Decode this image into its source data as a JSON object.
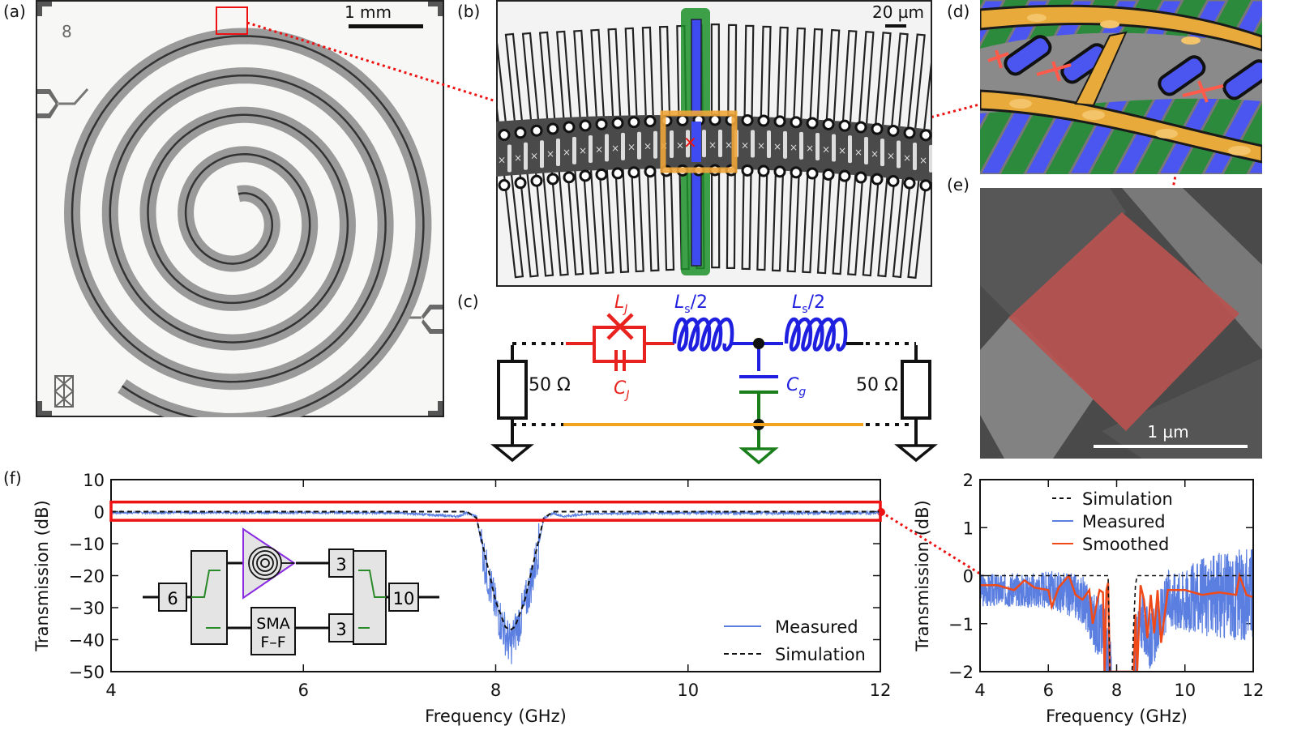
{
  "figure": {
    "panel_labels": [
      "(a)",
      "(b)",
      "(c)",
      "(d)",
      "(e)",
      "(f)"
    ]
  },
  "panel_a": {
    "scale_bar_label": "1 mm",
    "chip_label": "8",
    "description": "Optical micrograph of spiral Josephson traveling-wave device"
  },
  "panel_b": {
    "scale_bar_label": "20 µm",
    "description": "Zoom of transmission line unit cells with highlighted cell"
  },
  "panel_c": {
    "description": "Unit cell circuit",
    "labels": {
      "lj": "L",
      "lj_sub": "J",
      "cj": "C",
      "cj_sub": "J",
      "ls_left": "L",
      "ls_left_sub": "s",
      "ls_left_suffix": "/2",
      "ls_right": "L",
      "ls_right_sub": "s",
      "ls_right_suffix": "/2",
      "cg": "C",
      "cg_sub": "g",
      "r_left": "50 Ω",
      "r_right": "50 Ω"
    },
    "colors": {
      "junction": "#e8231f",
      "line": "#1f1fe0",
      "ground_cap": "#1a7f1a",
      "ground_line": "#f2a51c",
      "wire": "#111111"
    }
  },
  "panel_d": {
    "description": "3D rendering of unit cells with SQUID junctions"
  },
  "panel_e": {
    "scale_bar_label": "1 µm",
    "description": "SEM image of Josephson junction overlap (false-colored)"
  },
  "inset_schematic": {
    "attenuator_in": "6",
    "attenuator_top": "3",
    "attenuator_bottom": "3",
    "attenuator_out": "10",
    "thru_label_1": "SMA",
    "thru_label_2": "F–F"
  },
  "chart_data": [
    {
      "type": "line",
      "title": "",
      "xlabel": "Frequency (GHz)",
      "ylabel": "Transmission (dB)",
      "xlim": [
        4,
        12
      ],
      "ylim": [
        -50,
        10
      ],
      "xticks": [
        4,
        6,
        8,
        10,
        12
      ],
      "yticks": [
        10,
        0,
        -10,
        -20,
        -30,
        -40,
        -50
      ],
      "legend_position": "bottom-right",
      "highlight_box_ylim": [
        -2,
        2
      ],
      "series": [
        {
          "name": "Measured",
          "color": "#5b7fe0",
          "style": "solid",
          "x": [
            4.0,
            5.0,
            6.0,
            7.0,
            7.6,
            7.7,
            7.8,
            7.9,
            8.0,
            8.1,
            8.15,
            8.2,
            8.3,
            8.4,
            8.5,
            8.6,
            8.7,
            9.0,
            10.0,
            11.0,
            12.0
          ],
          "y": [
            -0.3,
            -0.3,
            -0.3,
            -0.4,
            -1.5,
            -0.4,
            -1.5,
            -18,
            -30,
            -38,
            -42,
            -38,
            -30,
            -18,
            -2,
            -0.5,
            -1.5,
            -0.6,
            -0.4,
            -0.4,
            -0.4
          ]
        },
        {
          "name": "Simulation",
          "color": "#111111",
          "style": "dashed",
          "x": [
            4.0,
            7.7,
            7.8,
            7.9,
            8.0,
            8.1,
            8.15,
            8.2,
            8.3,
            8.4,
            8.5,
            8.6,
            12.0
          ],
          "y": [
            0,
            0,
            -2,
            -15,
            -28,
            -36,
            -37,
            -36,
            -28,
            -15,
            -2,
            0,
            0
          ]
        }
      ]
    },
    {
      "type": "line",
      "title": "",
      "xlabel": "Frequency (GHz)",
      "ylabel": "Transmission (dB)",
      "xlim": [
        4,
        12
      ],
      "ylim": [
        -2,
        2
      ],
      "xticks": [
        4,
        6,
        8,
        10,
        12
      ],
      "yticks": [
        2,
        1,
        0,
        -1,
        -2
      ],
      "legend_position": "top-center",
      "series": [
        {
          "name": "Simulation",
          "color": "#111111",
          "style": "dashed",
          "x": [
            4.0,
            7.75,
            7.8,
            8.45,
            8.5,
            8.55,
            8.6,
            12.0
          ],
          "y": [
            0,
            0,
            -2,
            -2,
            -1,
            -0.2,
            0,
            0
          ]
        },
        {
          "name": "Measured",
          "color": "#5b7fe0",
          "style": "solid",
          "x": [
            4.0,
            5.0,
            6.0,
            6.5,
            7.0,
            7.3,
            7.6,
            7.8,
            8.5,
            8.7,
            9.0,
            9.5,
            10.0,
            11.0,
            12.0
          ],
          "y": [
            -0.3,
            -0.3,
            -0.3,
            -0.35,
            -0.5,
            -0.9,
            -1.2,
            -2.0,
            -2.0,
            -0.9,
            -1.4,
            -0.5,
            -0.5,
            -0.4,
            -0.4
          ],
          "noise_amplitude_db": [
            0.35,
            0.35,
            0.4,
            0.45,
            0.5,
            0.6,
            0.7,
            0.7,
            0.7,
            0.6,
            0.6,
            0.6,
            0.7,
            0.9,
            1.0
          ]
        },
        {
          "name": "Smoothed",
          "color": "#f04a1a",
          "style": "solid",
          "x": [
            4.0,
            4.5,
            5.0,
            5.3,
            5.6,
            6.0,
            6.1,
            6.3,
            6.6,
            6.8,
            7.0,
            7.2,
            7.3,
            7.5,
            7.6,
            7.65,
            7.7,
            7.75,
            7.8,
            8.5,
            8.55,
            8.6,
            8.7,
            8.8,
            8.9,
            9.0,
            9.1,
            9.2,
            9.3,
            9.5,
            10.0,
            10.5,
            11.0,
            11.5,
            11.6,
            11.8,
            12.0
          ],
          "y": [
            -0.2,
            -0.2,
            -0.3,
            -0.1,
            -0.25,
            -0.3,
            -0.65,
            -0.25,
            0,
            -0.4,
            -0.5,
            -0.3,
            -1.0,
            -0.3,
            -0.35,
            -2.0,
            -0.3,
            -0.15,
            -2.0,
            -2.0,
            -0.8,
            -2.0,
            -0.2,
            -0.5,
            -1.3,
            -0.4,
            -1.2,
            -0.3,
            -1.4,
            -0.3,
            -0.3,
            -0.4,
            -0.35,
            -0.4,
            0.0,
            -0.4,
            -0.45
          ]
        }
      ]
    }
  ]
}
